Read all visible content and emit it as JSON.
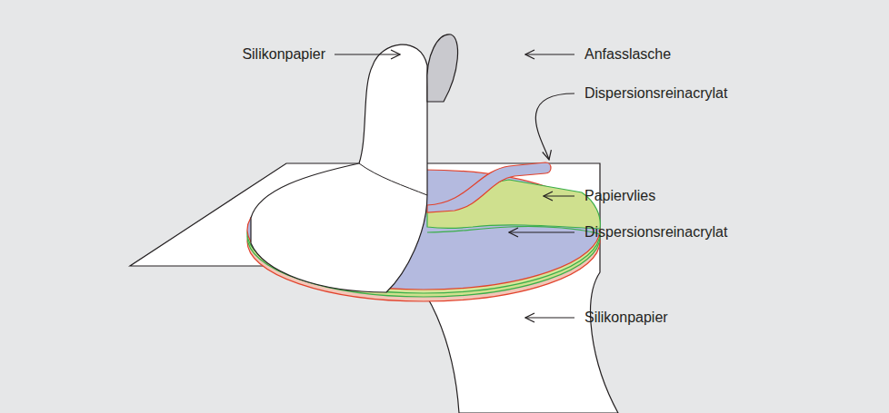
{
  "diagram": {
    "labels": [
      "Silikonpapier",
      "Anfasslasche",
      "Dispersionsreinacrylat",
      "Papiervlies",
      "Dispersionsreinacrylat",
      "Silikonpapier"
    ]
  }
}
